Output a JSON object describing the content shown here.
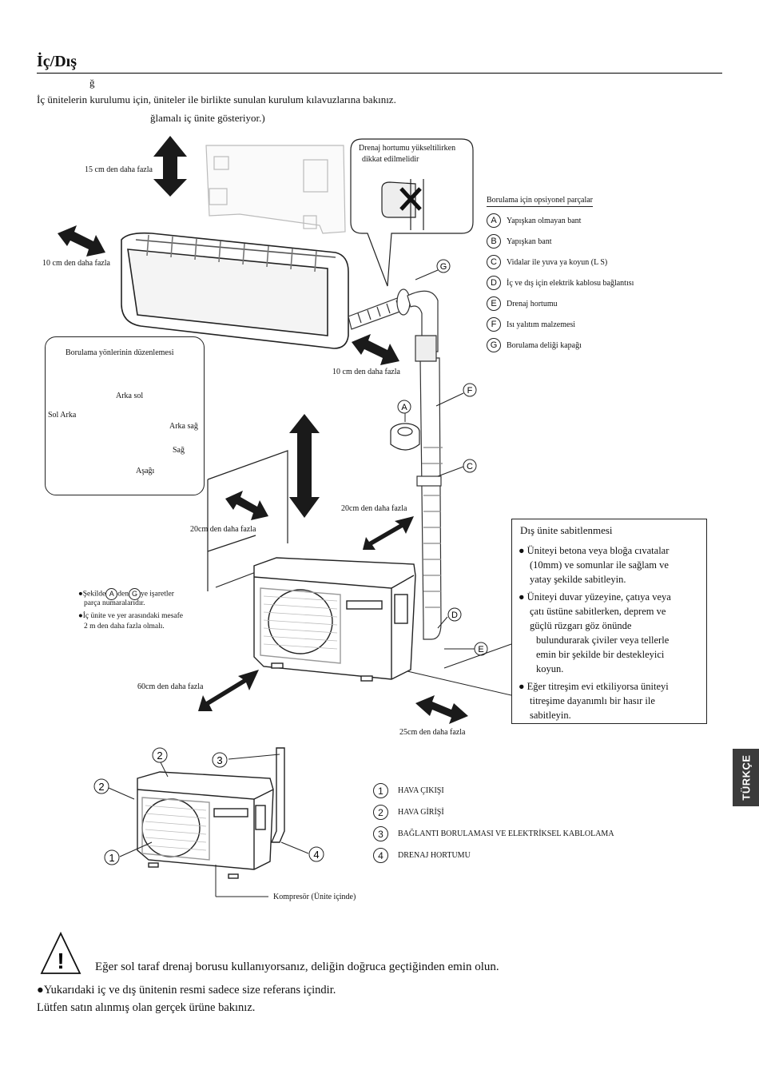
{
  "page": {
    "heading": "İç/Dış",
    "stray_char": "ğ",
    "intro_line1": "İç ünitelerin kurulumu için, üniteler ile birlikte sunulan kurulum kılavuzlarına bakınız.",
    "intro_line2": "ğlamalı iç ünite gösteriyor.)",
    "language_tab": "TÜRKÇE"
  },
  "diagram": {
    "clearance_top": "15 cm den daha fazla",
    "clearance_left": "10 cm den daha fazla",
    "clearance_right": "10 cm den daha fazla",
    "clearance_wall": "20cm den daha fazla",
    "clearance_front_upper": "20cm den daha fazla",
    "clearance_front": "60cm den daha fazla",
    "clearance_side": "25cm den daha fazla",
    "drain_note_line1": "Drenaj hortumu yükseltilirken",
    "drain_note_line2": "dikkat edilmelidir",
    "piping_dir_title": "Borulama yönlerinin düzenlemesi",
    "dir_left_rear": "Arka sol",
    "dir_left_back": "Sol Arka",
    "dir_rear_right": "Arka sağ",
    "dir_right": "Sağ",
    "dir_down": "Aşağı",
    "note1_pre": "●Şekilde",
    "note1_mid": "den",
    "note1_post": "ye işaretler",
    "note1_letter_a": "A",
    "note1_letter_g": "G",
    "note1_line2": "parça numaralarıdır.",
    "note2_line1": "●İç ünite ve yer arasındaki mesafe",
    "note2_line2": "2 m den daha fazla olmalı.",
    "callout_letters": [
      "A",
      "C",
      "D",
      "E",
      "F",
      "G"
    ]
  },
  "optional_parts": {
    "title": "Borulama için opsiyonel parçalar",
    "items": [
      {
        "key": "A",
        "label": "Yapışkan olmayan bant"
      },
      {
        "key": "B",
        "label": "Yapışkan bant"
      },
      {
        "key": "C",
        "label": "Vidalar ile yuva ya koyun (L S)"
      },
      {
        "key": "D",
        "label": "İç ve dış için elektrik kablosu bağlantısı"
      },
      {
        "key": "E",
        "label": "Drenaj hortumu"
      },
      {
        "key": "F",
        "label": "Isı yalıtım malzemesi"
      },
      {
        "key": "G",
        "label": "Borulama deliği kapağı"
      }
    ]
  },
  "outdoor_fixing": {
    "title": "Dış ünite sabitlenmesi",
    "items": [
      [
        "● Üniteyi betona veya bloğa cıvatalar",
        "(10mm) ve somunlar ile sağlam ve",
        "yatay şekilde sabitleyin."
      ],
      [
        "● Üniteyi duvar yüzeyine, çatıya veya",
        "çatı üstüne sabitlerken, deprem ve",
        "güçlü rüzgarı göz önünde",
        "bulundurarak çiviler veya tellerle",
        "emin bir şekilde bir destekleyici",
        "koyun."
      ],
      [
        "● Eğer titreşim evi etkiliyorsa üniteyi",
        "titreşime dayanımlı bir hasır ile",
        "sabitleyin."
      ]
    ]
  },
  "outdoor_legend": {
    "items": [
      {
        "num": "1",
        "label": "HAVA ÇIKIŞI"
      },
      {
        "num": "2",
        "label": "HAVA GİRİŞİ"
      },
      {
        "num": "3",
        "label": "BAĞLANTI BORULAMASI VE ELEKTRİKSEL KABLOLAMA"
      },
      {
        "num": "4",
        "label": "DRENAJ HORTUMU"
      }
    ],
    "compressor": "Kompresör (Ünite içinde)",
    "callout_nums": [
      "1",
      "2",
      "2",
      "3",
      "4"
    ]
  },
  "footer": {
    "warning_icon": "warning-triangle-icon",
    "warning": "Eğer sol taraf drenaj borusu kullanıyorsanız, deliğin doğruca geçtiğinden emin olun.",
    "note_line1": "●Yukarıdaki iç ve dış ünitenin resmi sadece size referans içindir.",
    "note_line2": "Lütfen satın alınmış olan gerçek ürüne bakınız."
  }
}
